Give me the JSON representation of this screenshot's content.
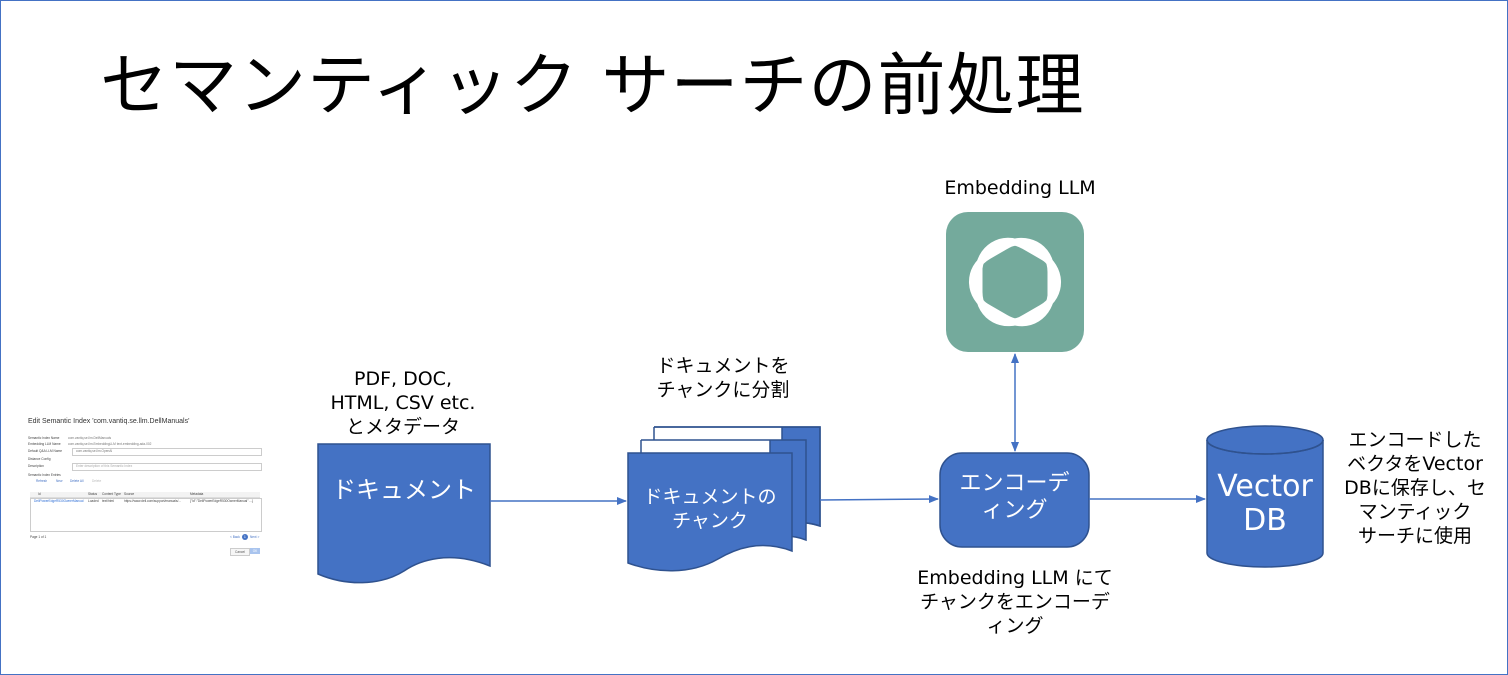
{
  "slide": {
    "title": "セマンティック サーチの前処理"
  },
  "labels": {
    "input_desc": [
      "PDF, DOC,",
      "HTML, CSV etc.",
      "とメタデータ"
    ],
    "split_desc": [
      "ドキュメントを",
      "チャンクに分割"
    ],
    "llm_title": "Embedding LLM",
    "encode_desc": [
      "Embedding LLM にて",
      "チャンクをエンコーデ",
      "ィング"
    ],
    "store_desc": [
      "エンコードした",
      "ベクタをVector",
      "DBに保存し、セ",
      "マンティック",
      "サーチに使用"
    ]
  },
  "nodes": {
    "document": "ドキュメント",
    "chunks": [
      "ドキュメントの",
      "チャンク"
    ],
    "encoding": [
      "エンコーデ",
      "ィング"
    ],
    "vectordb": [
      "Vector",
      "DB"
    ]
  },
  "thumbnail": {
    "title": "Edit Semantic Index 'com.vantiq.se.llm.DellManuals'",
    "rows": [
      {
        "label": "Semantic Index Name",
        "value": "com.vantiq.se.llm.DellManuals"
      },
      {
        "label": "Embedding LLM Name",
        "value": "com.vantiq.se.llm.EmbeddingLLM text-embedding-ada-002"
      },
      {
        "label": "Default Q&A LLM Name",
        "value": "com.vantiq.se.llm.OpenAI"
      },
      {
        "label": "Distance Config",
        "value": ""
      },
      {
        "label": "Description",
        "value": "Enter description of this Semantic Index"
      },
      {
        "label": "Semantic Index Entries",
        "value": ""
      }
    ],
    "toolbar": [
      "Refresh",
      "New",
      "Delete All",
      "Delete"
    ],
    "columns": [
      "Id",
      "Status",
      "Content Type",
      "Source",
      "Metadata"
    ],
    "entry": {
      "id": "DellPowerEdgeR530OwnerManual",
      "status": "Loaded",
      "type": "text/html",
      "source": "https://www.dell.com/support/manuals/...",
      "metadata": "{\"id\":\"DellPowerEdgeR530OwnerManual\" ...}"
    },
    "pager": "Page 1 of 1",
    "pager_prev": "< Back",
    "pager_current": "1",
    "pager_next": "Next >",
    "cancel_label": "Cancel",
    "ok_label": "OK"
  },
  "colors": {
    "node_fill": "#4472c4",
    "node_stroke": "#2f528f",
    "arrow": "#4472c4",
    "llm_icon_bg": "#74aa9c",
    "frame": "#4472c4"
  },
  "icons": {
    "llm": "openai-logo-icon"
  }
}
